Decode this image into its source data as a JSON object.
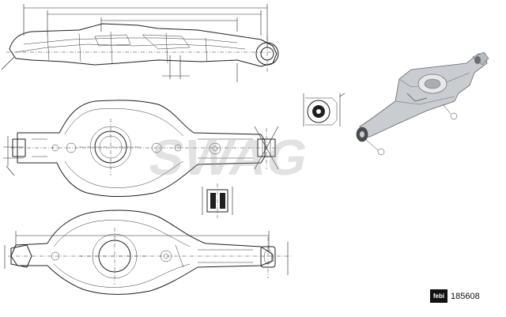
{
  "watermark": {
    "text": "SWAG"
  },
  "part_number": {
    "brand_badge": "febi",
    "number": "185608"
  },
  "colors": {
    "line": "#1f1f1f",
    "watermark": "#969696",
    "render_metal": "#c9ccd0"
  }
}
